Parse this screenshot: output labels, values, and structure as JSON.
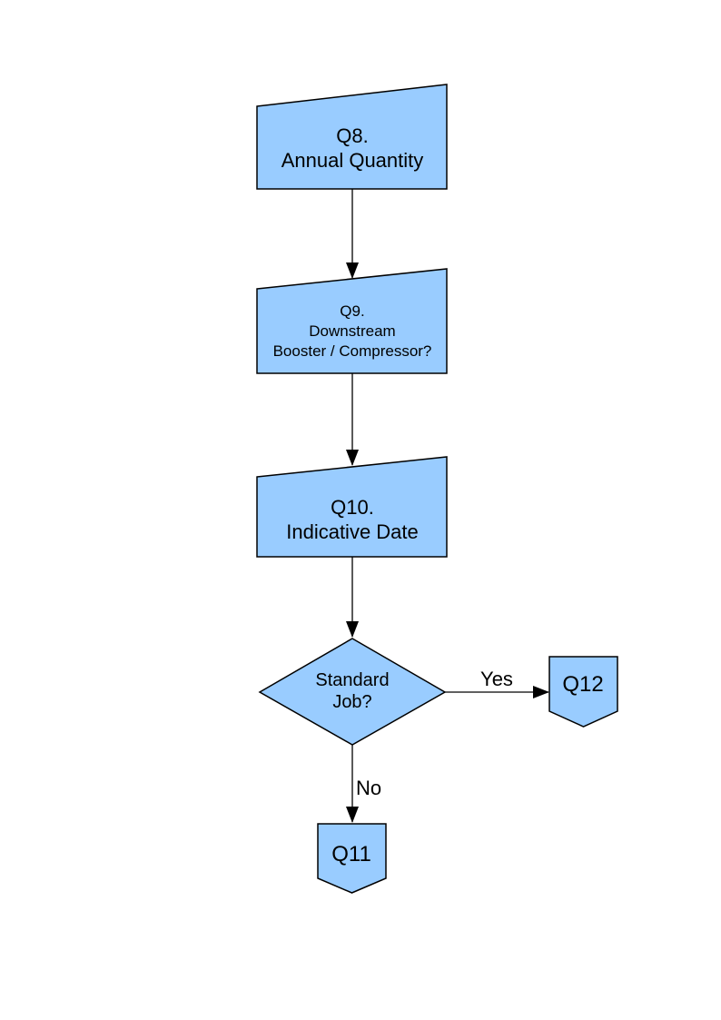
{
  "diagram": {
    "type": "flowchart",
    "colors": {
      "node_fill": "#99CCFF",
      "node_border": "#000000",
      "line": "#000000",
      "text": "#000000",
      "background": "#FFFFFF"
    },
    "nodes": {
      "q8": {
        "shape": "manual-input",
        "lines": [
          "Q8.",
          "Annual Quantity"
        ]
      },
      "q9": {
        "shape": "manual-input",
        "lines": [
          "Q9.",
          "Downstream",
          "Booster / Compressor?"
        ]
      },
      "q10": {
        "shape": "manual-input",
        "lines": [
          "Q10.",
          "Indicative Date"
        ]
      },
      "decision": {
        "shape": "decision-diamond",
        "lines": [
          "Standard",
          "Job?"
        ]
      },
      "q12": {
        "shape": "off-page-connector",
        "label": "Q12"
      },
      "q11": {
        "shape": "off-page-connector",
        "label": "Q11"
      }
    },
    "edges": [
      {
        "from": "q8",
        "to": "q9"
      },
      {
        "from": "q9",
        "to": "q10"
      },
      {
        "from": "q10",
        "to": "decision"
      },
      {
        "from": "decision",
        "to": "q12",
        "label": "Yes"
      },
      {
        "from": "decision",
        "to": "q11",
        "label": "No"
      }
    ]
  }
}
